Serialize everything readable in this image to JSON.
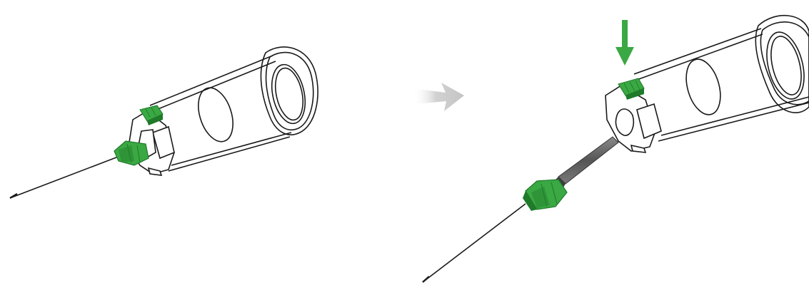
{
  "diagram": {
    "steps": [
      {
        "state": "needle-attached"
      },
      {
        "state": "needle-released",
        "indicator": "press-down"
      }
    ],
    "transition": "arrow-right"
  },
  "colors": {
    "background": "#ffffff",
    "line": "#1a1a1a",
    "accent_green": "#3aa843",
    "accent_green_dark": "#1f7a2a",
    "arrow_gray": "#cfcfcf",
    "sheath_gray": "#6a6a6a"
  }
}
